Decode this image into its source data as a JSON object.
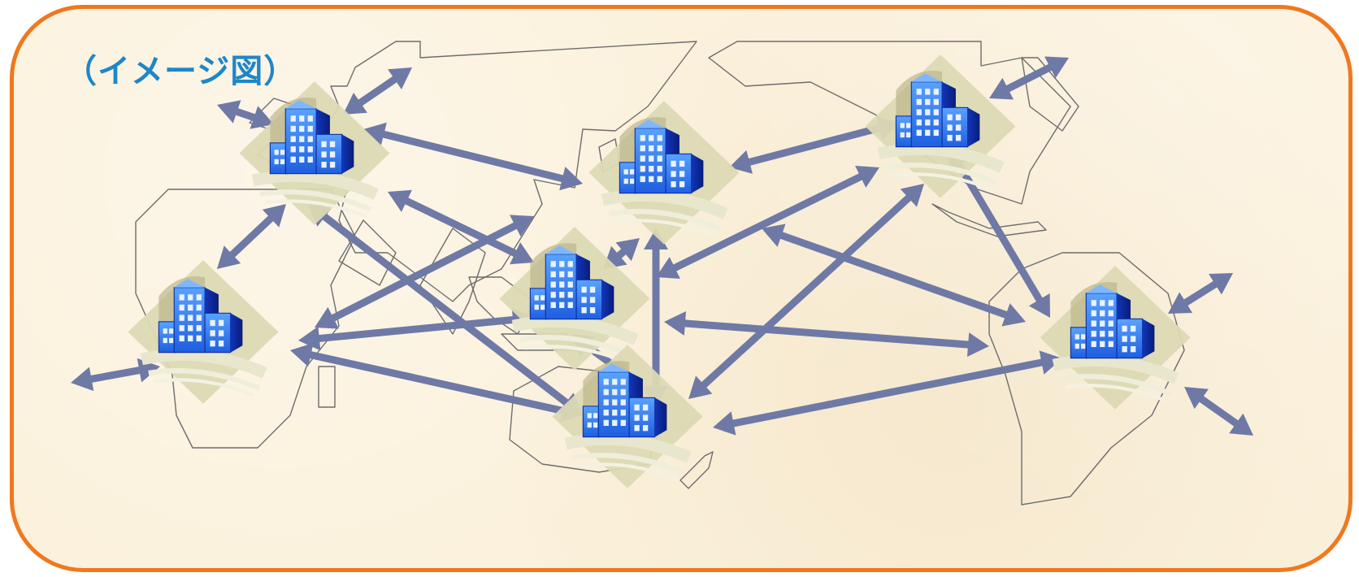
{
  "caption": "（イメージ図）",
  "colors": {
    "frame_border": "#f0781e",
    "frame_fill": "#fbf1dc",
    "caption": "#1f86c8",
    "arrow": "#6f79a6",
    "map_outline": "#6d6d6d",
    "building_blue": "#2f6fe6",
    "building_dark": "#0b2a9a",
    "building_base": "#dcd9b4"
  },
  "icons": {
    "node": "office-building-icon",
    "link": "double-headed-arrow-icon"
  },
  "nodes": [
    {
      "id": "europe"
    },
    {
      "id": "africa"
    },
    {
      "id": "south-asia"
    },
    {
      "id": "east-asia"
    },
    {
      "id": "southeast-asia"
    },
    {
      "id": "oceania"
    },
    {
      "id": "north-america"
    },
    {
      "id": "south-america"
    }
  ]
}
